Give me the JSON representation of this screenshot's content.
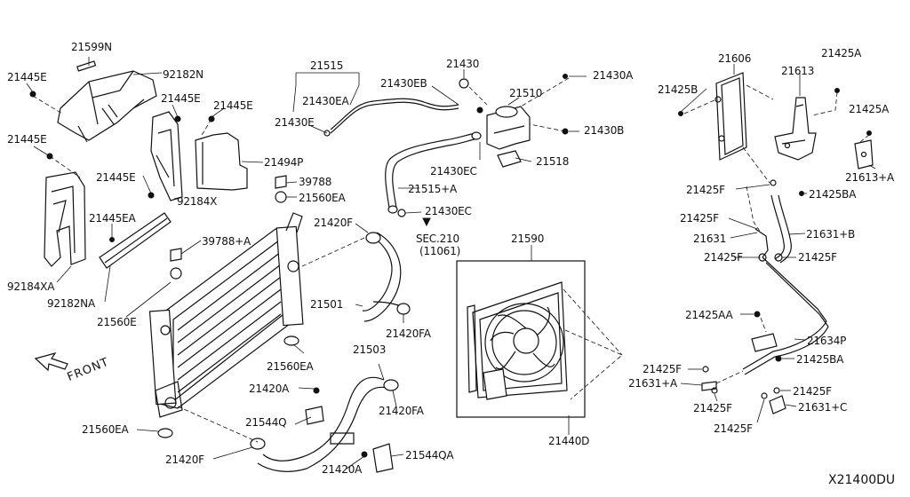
{
  "diagram": {
    "code": "X21400DU",
    "front_label": "FRONT",
    "labels": [
      {
        "id": "21599N",
        "text": "21599N"
      },
      {
        "id": "92182N",
        "text": "92182N"
      },
      {
        "id": "21445E-a",
        "text": "21445E"
      },
      {
        "id": "21445E-b",
        "text": "21445E"
      },
      {
        "id": "21445E-c",
        "text": "21445E"
      },
      {
        "id": "21445E-d",
        "text": "21445E"
      },
      {
        "id": "21445E-e",
        "text": "21445E"
      },
      {
        "id": "21494P",
        "text": "21494P"
      },
      {
        "id": "92184X",
        "text": "92184X"
      },
      {
        "id": "21445EA",
        "text": "21445EA"
      },
      {
        "id": "92184XA",
        "text": "92184XA"
      },
      {
        "id": "92182NA",
        "text": "92182NA"
      },
      {
        "id": "39788A",
        "text": "39788+A"
      },
      {
        "id": "21560E",
        "text": "21560E"
      },
      {
        "id": "39788",
        "text": "39788"
      },
      {
        "id": "21560EA-a",
        "text": "21560EA"
      },
      {
        "id": "21560EA-b",
        "text": "21560EA"
      },
      {
        "id": "21560EA-c",
        "text": "21560EA"
      },
      {
        "id": "21515",
        "text": "21515"
      },
      {
        "id": "21430EA",
        "text": "21430EA"
      },
      {
        "id": "21430E",
        "text": "21430E"
      },
      {
        "id": "21430EB",
        "text": "21430EB"
      },
      {
        "id": "21430",
        "text": "21430"
      },
      {
        "id": "21430A",
        "text": "21430A"
      },
      {
        "id": "21510",
        "text": "21510"
      },
      {
        "id": "21430B",
        "text": "21430B"
      },
      {
        "id": "21430EC-a",
        "text": "21430EC"
      },
      {
        "id": "21518",
        "text": "21518"
      },
      {
        "id": "21515A",
        "text": "21515+A"
      },
      {
        "id": "21430EC-b",
        "text": "21430EC"
      },
      {
        "id": "sec210",
        "text": "SEC.210"
      },
      {
        "id": "11061",
        "text": "(11061)"
      },
      {
        "id": "21420F-a",
        "text": "21420F"
      },
      {
        "id": "21501",
        "text": "21501"
      },
      {
        "id": "21420FA-a",
        "text": "21420FA"
      },
      {
        "id": "21503",
        "text": "21503"
      },
      {
        "id": "21420A-a",
        "text": "21420A"
      },
      {
        "id": "21420FA-b",
        "text": "21420FA"
      },
      {
        "id": "21544Q",
        "text": "21544Q"
      },
      {
        "id": "21420F-b",
        "text": "21420F"
      },
      {
        "id": "21420A-b",
        "text": "21420A"
      },
      {
        "id": "21544QA",
        "text": "21544QA"
      },
      {
        "id": "21590",
        "text": "21590"
      },
      {
        "id": "21440D",
        "text": "21440D"
      },
      {
        "id": "21606",
        "text": "21606"
      },
      {
        "id": "21425B",
        "text": "21425B"
      },
      {
        "id": "21613",
        "text": "21613"
      },
      {
        "id": "21425A-a",
        "text": "21425A"
      },
      {
        "id": "21425A-b",
        "text": "21425A"
      },
      {
        "id": "21613A",
        "text": "21613+A"
      },
      {
        "id": "21425F-a",
        "text": "21425F"
      },
      {
        "id": "21425BA-a",
        "text": "21425BA"
      },
      {
        "id": "21425F-b",
        "text": "21425F"
      },
      {
        "id": "21631",
        "text": "21631"
      },
      {
        "id": "21631B",
        "text": "21631+B"
      },
      {
        "id": "21425F-c",
        "text": "21425F"
      },
      {
        "id": "21425F-d",
        "text": "21425F"
      },
      {
        "id": "21425AA",
        "text": "21425AA"
      },
      {
        "id": "21634P",
        "text": "21634P"
      },
      {
        "id": "21425BA-b",
        "text": "21425BA"
      },
      {
        "id": "21425F-e",
        "text": "21425F"
      },
      {
        "id": "21631A",
        "text": "21631+A"
      },
      {
        "id": "21425F-f",
        "text": "21425F"
      },
      {
        "id": "21425F-g",
        "text": "21425F"
      },
      {
        "id": "21631C",
        "text": "21631+C"
      },
      {
        "id": "21425F-h",
        "text": "21425F"
      }
    ]
  }
}
